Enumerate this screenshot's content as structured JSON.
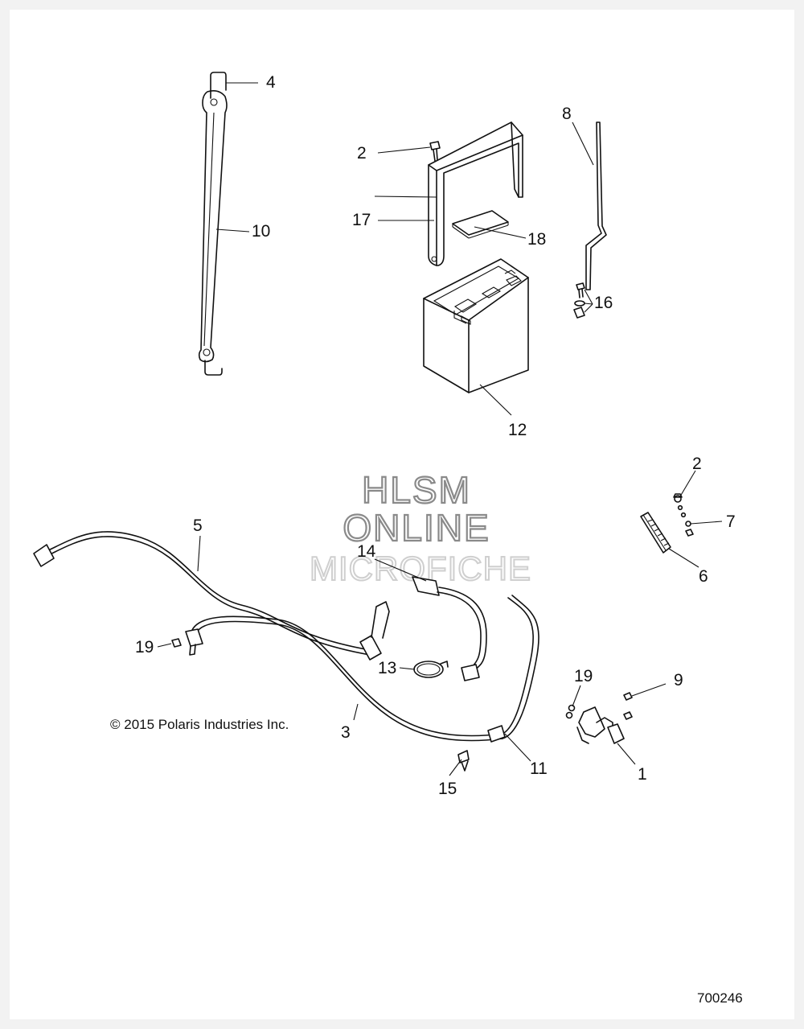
{
  "watermark": {
    "line1": "HLSM",
    "line2": "ONLINE",
    "line3": "MICROFICHE"
  },
  "copyright": "© 2015 Polaris Industries Inc.",
  "figure_id": "700246",
  "callouts": {
    "c1": "1",
    "c2a": "2",
    "c2b": "2",
    "c3": "3",
    "c4": "4",
    "c5": "5",
    "c6": "6",
    "c7": "7",
    "c8": "8",
    "c9": "9",
    "c10": "10",
    "c11": "11",
    "c12": "12",
    "c13": "13",
    "c14": "14",
    "c15": "15",
    "c16": "16",
    "c17": "17",
    "c18": "18",
    "c19a": "19",
    "c19b": "19"
  }
}
